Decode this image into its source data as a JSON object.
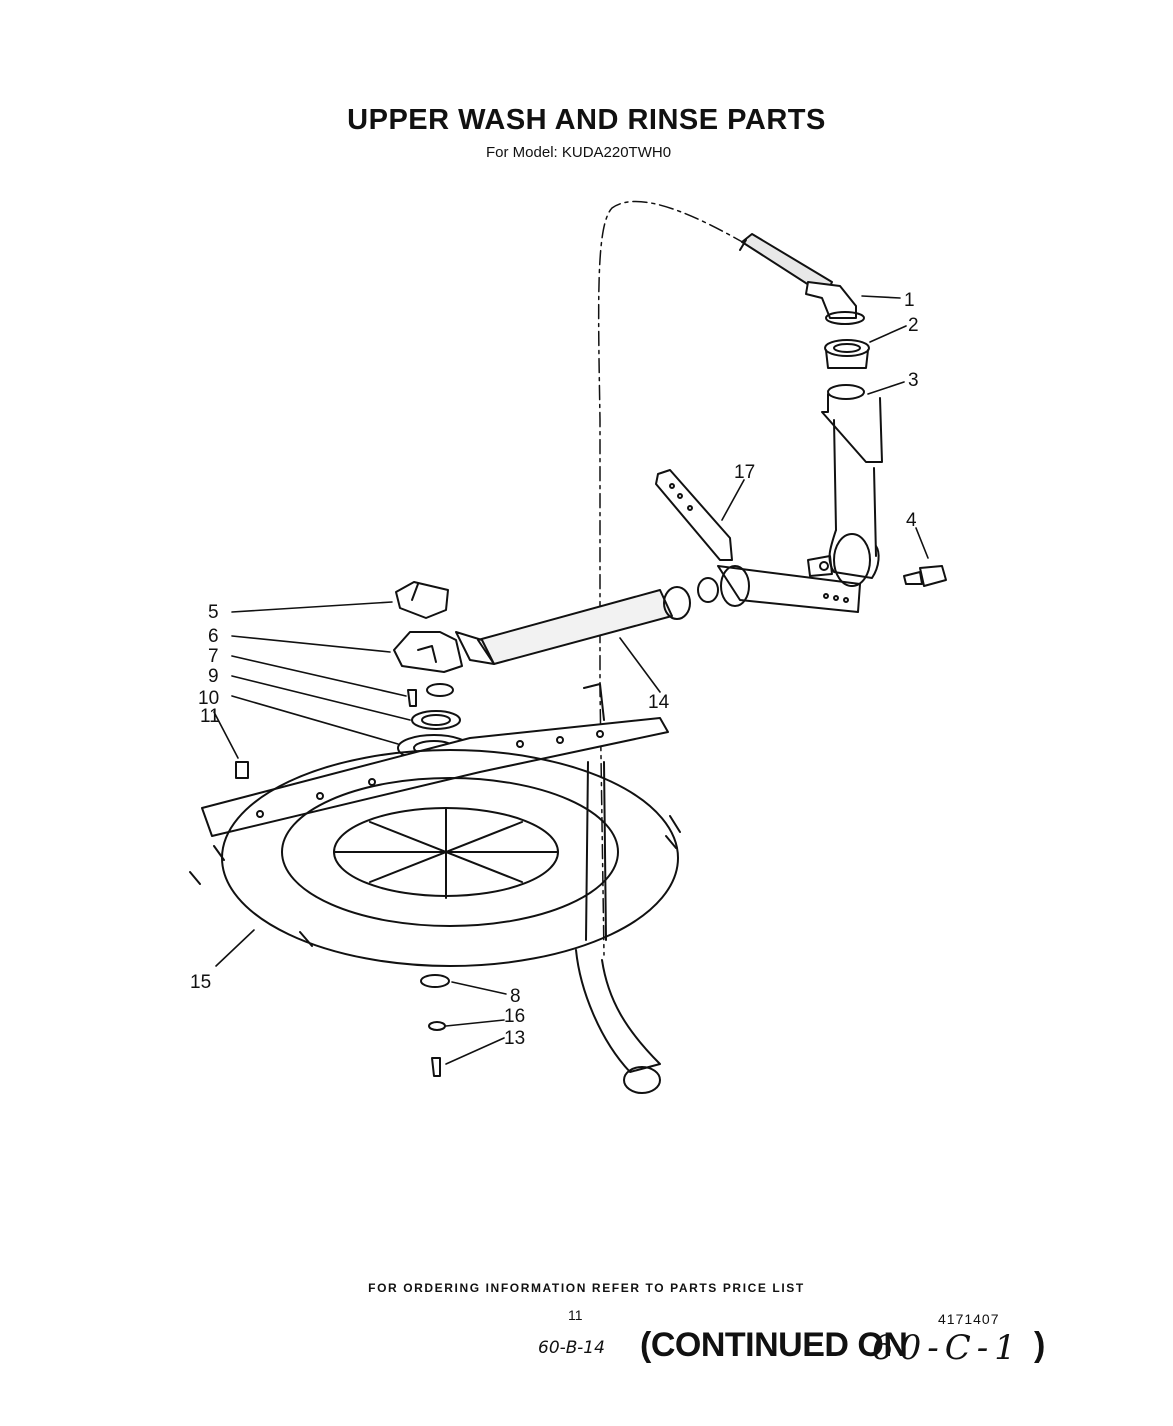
{
  "header": {
    "title": "UPPER WASH AND RINSE PARTS",
    "subtitle": "For Model: KUDA220TWH0"
  },
  "callouts": {
    "c1": "1",
    "c2": "2",
    "c3": "3",
    "c4": "4",
    "c5": "5",
    "c6": "6",
    "c7": "7",
    "c8": "8",
    "c9": "9",
    "c10": "10",
    "c11": "11",
    "c13": "13",
    "c14": "14",
    "c15": "15",
    "c16": "16",
    "c17": "17"
  },
  "footer": {
    "ordering_note": "FOR ORDERING INFORMATION REFER TO PARTS PRICE LIST",
    "page_number": "11",
    "doc_number": "4171407",
    "handwritten_ref": "60-B-14",
    "continued_label": "(CONTINUED ON",
    "continued_target": "60-C-1",
    "closing_paren": ")"
  }
}
